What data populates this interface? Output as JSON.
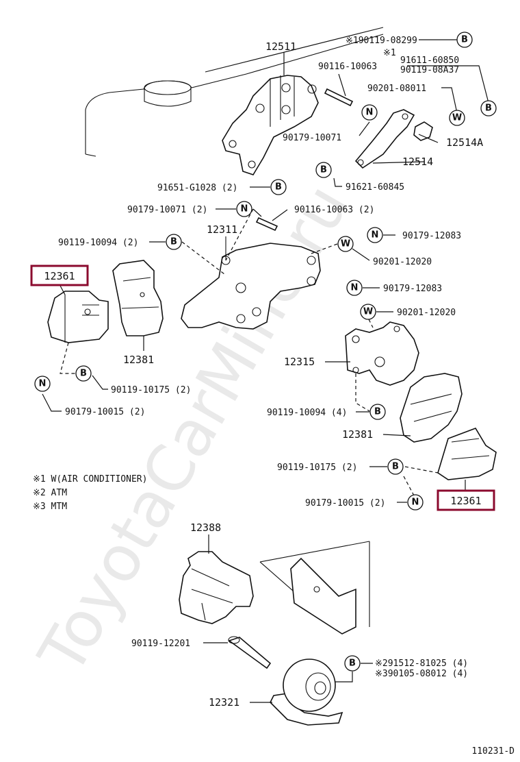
{
  "watermark": "ToyotaCarMine.ru",
  "diagram_id": "110231-D",
  "symbols": {
    "N": "N",
    "B": "B",
    "W": "W"
  },
  "parts": {
    "p12511": "12511",
    "p12514": "12514",
    "p12514A": "12514A",
    "p12311": "12311",
    "p12361": "12361",
    "p12381": "12381",
    "p12315": "12315",
    "p12388": "12388",
    "p12321": "12321",
    "p190119": "※190119-08299",
    "p91611": "91611-60850",
    "mark1": "※1",
    "p90116a": "90116-10063",
    "p90119_08A37": "90119-08A37",
    "p90201_08011": "90201-08011",
    "p90179_10071": "90179-10071",
    "p91621": "91621-60845",
    "p91651": "91651-G1028 (2)",
    "p90179_10071_2": "90179-10071 (2)",
    "p90116_2": "90116-10063 (2)",
    "p90119_10094_2": "90119-10094 (2)",
    "p90179_12083a": "90179-12083",
    "p90201_12020a": "90201-12020",
    "p90179_12083b": "90179-12083",
    "p90201_12020b": "90201-12020",
    "p90119_10175a": "90119-10175 (2)",
    "p90179_10015a": "90179-10015 (2)",
    "p90119_10094_4": "90119-10094 (4)",
    "p90119_10175b": "90119-10175 (2)",
    "p90179_10015b": "90179-10015 (2)",
    "p90119_12201": "90119-12201",
    "p291512": "※291512-81025 (4)",
    "p390105": "※390105-08012 (4)"
  },
  "notes": [
    "※1  W(AIR CONDITIONER)",
    "※2  ATM",
    "※3  MTM"
  ],
  "highlight_color": "#8b0a2e"
}
